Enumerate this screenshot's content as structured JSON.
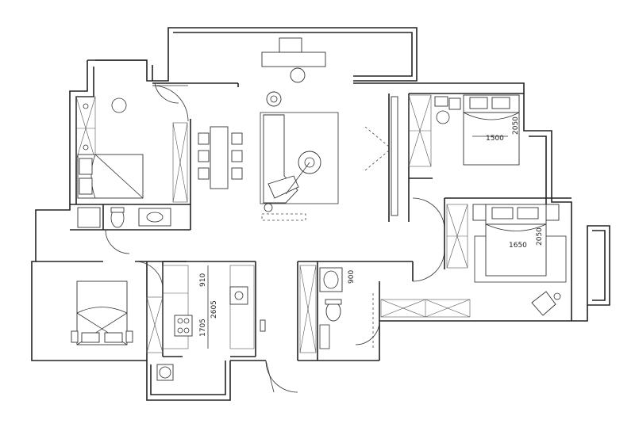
{
  "dimensions": {
    "master_bed_width": "1500",
    "master_bed_length": "2050",
    "second_bed_width": "1650",
    "second_bed_length": "2050",
    "kitchen_upper": "910",
    "kitchen_lower": "1705",
    "kitchen_total": "2605",
    "bath_width": "900"
  }
}
